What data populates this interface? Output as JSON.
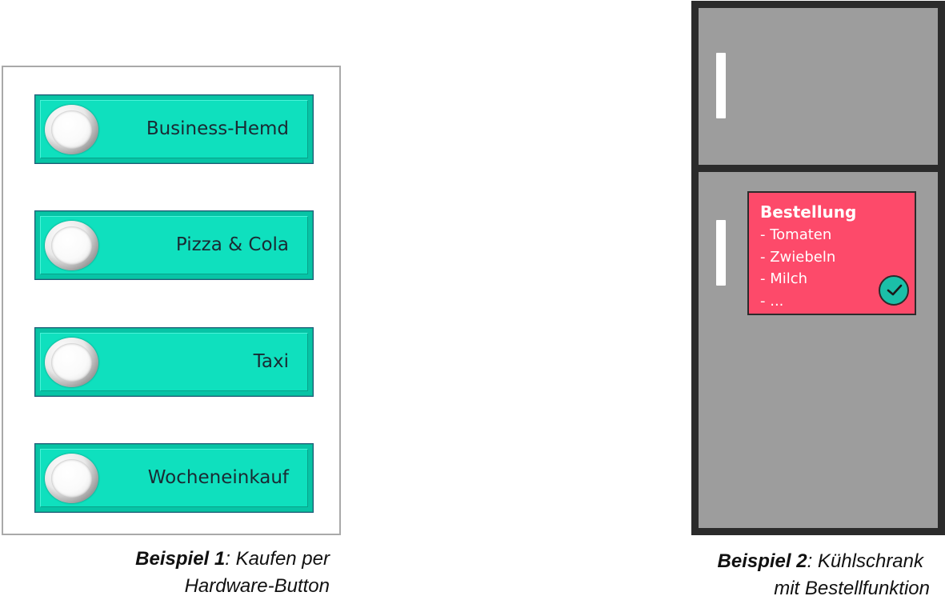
{
  "example1": {
    "buttons": [
      {
        "label": "Business-Hemd"
      },
      {
        "label": "Pizza & Cola"
      },
      {
        "label": "Taxi"
      },
      {
        "label": "Wocheneinkauf"
      }
    ],
    "caption_bold": "Beispiel 1",
    "caption_line1": ": Kaufen per",
    "caption_line2": "Hardware-Button"
  },
  "example2": {
    "display": {
      "title": "Bestellung",
      "items": [
        "- Tomaten",
        "- Zwiebeln",
        "- Milch",
        "- ..."
      ],
      "confirm_icon": "checkmark-icon"
    },
    "caption_bold": "Beispiel 2",
    "caption_line1": ": Kühlschrank",
    "caption_line2": "mit Bestellfunktion"
  },
  "colors": {
    "button_face": "#0fe0be",
    "display_background": "#fd4a6a",
    "fridge_body": "#9d9d9d",
    "fridge_frame": "#2b2b2b"
  }
}
